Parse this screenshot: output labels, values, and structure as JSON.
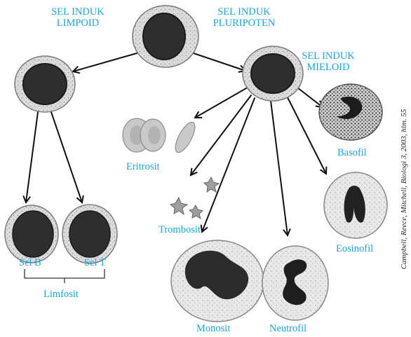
{
  "colors": {
    "label": "#1aa6d6",
    "nucleus": "#2e2e2e",
    "cytoplasm": "#d9d9d9",
    "cell_outline": "#7a7a7a",
    "arrow": "#111111",
    "erythrocyte": "#c9c9c9"
  },
  "labels": {
    "sel_induk_limpoid_line1": "SEL INDUK",
    "sel_induk_limpoid_line2": "LIMPOID",
    "sel_induk_pluripoten_line1": "SEL INDUK",
    "sel_induk_pluripoten_line2": "PLURIPOTEN",
    "sel_induk_mieloid_line1": "SEL INDUK",
    "sel_induk_mieloid_line2": "MIELOID",
    "eritrosit": "Eritrosit",
    "trombosit": "Trombosit",
    "basofil": "Basofil",
    "eosinofil": "Eosinofil",
    "sel_b": "Sel B",
    "sel_t": "Sel T",
    "limfosit": "Limfosit",
    "monosit": "Monosit",
    "neutrofil": "Neutrofil"
  },
  "credit": "Campbell, Reece, Mitchell, Biologi 3, 2003, hlm. 55"
}
